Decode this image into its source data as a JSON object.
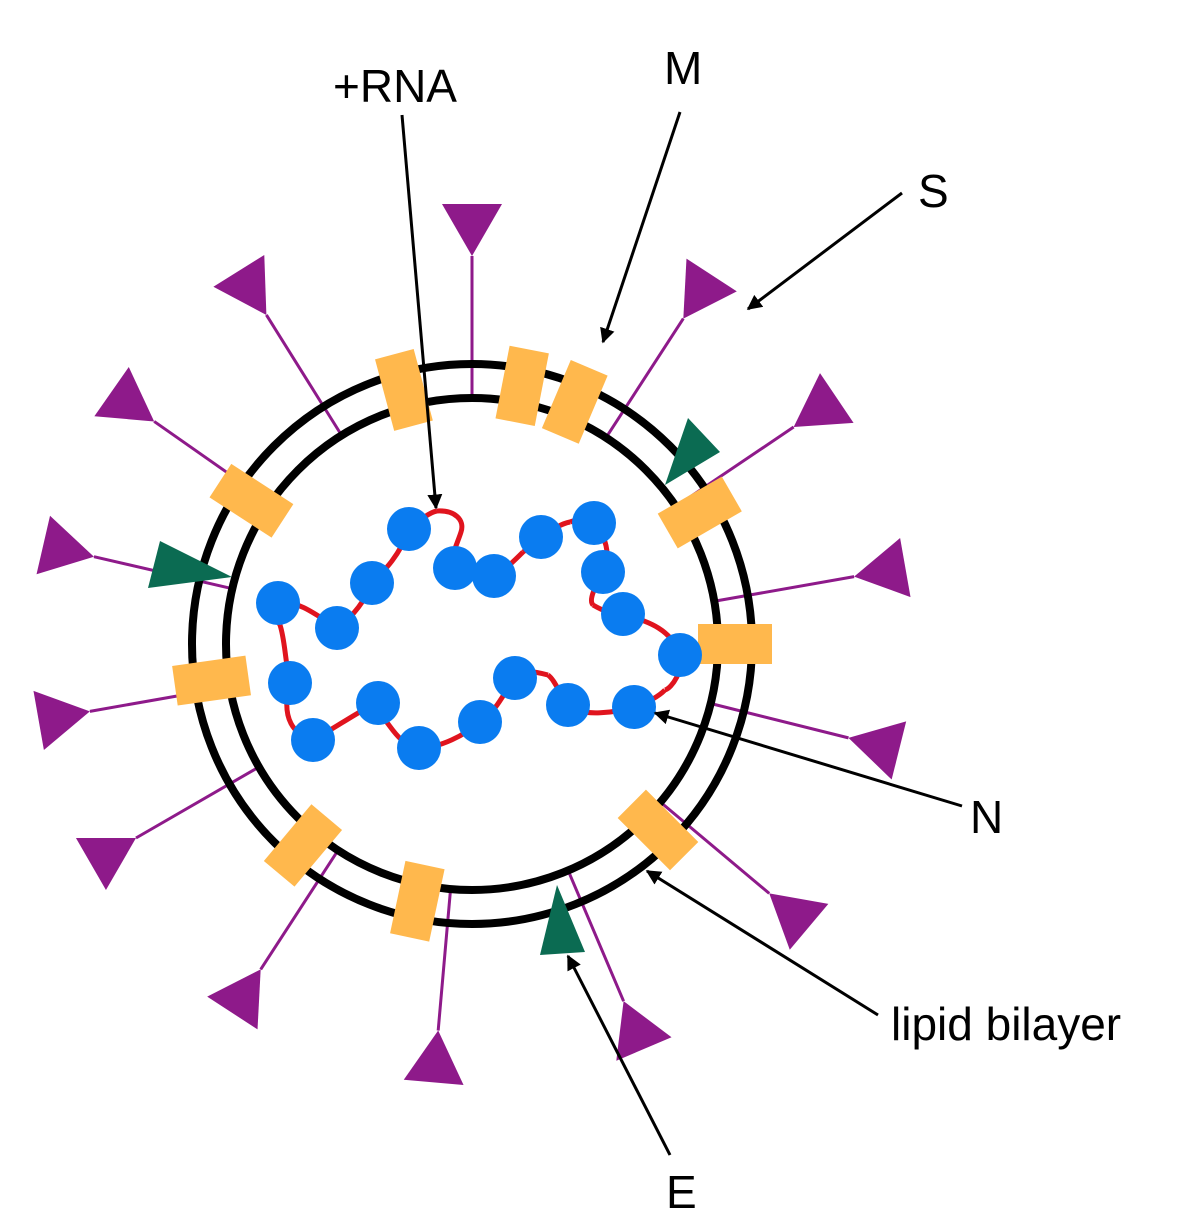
{
  "labels": {
    "rna": "+RNA",
    "m": "M",
    "s": "S",
    "n": "N",
    "lipid": "lipid bilayer",
    "e": "E"
  },
  "colors": {
    "spike": "#8e1a8a",
    "membrane_protein": "#ffb84d",
    "envelope_protein": "#0b6b52",
    "nucleocapsid": "#0a7cf0",
    "rna_strand": "#e0141e",
    "bilayer": "#000000",
    "arrow": "#000000",
    "background": "#ffffff"
  }
}
